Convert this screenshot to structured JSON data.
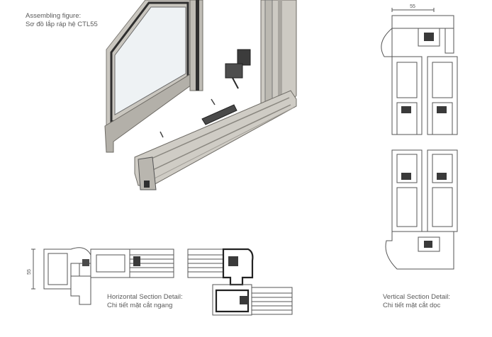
{
  "assembling": {
    "caption_en": "Assembling figure:",
    "caption_vi": "Sơ đồ lắp ráp hệ CTL55"
  },
  "horizontal_section": {
    "caption_en": "Horizontal Section Detail:",
    "caption_vi": "Chi tiết mặt cắt ngang",
    "dimension": "55"
  },
  "vertical_section": {
    "caption_en": "Vertical Section Detail:",
    "caption_vi": "Chi tiết mặt cắt dọc",
    "dimension": "55"
  },
  "colors": {
    "frame": "#bdbab3",
    "frame_dark": "#8f8c85",
    "glass": "#eef2f4",
    "gasket": "#3a3a3a",
    "line": "#555555"
  }
}
